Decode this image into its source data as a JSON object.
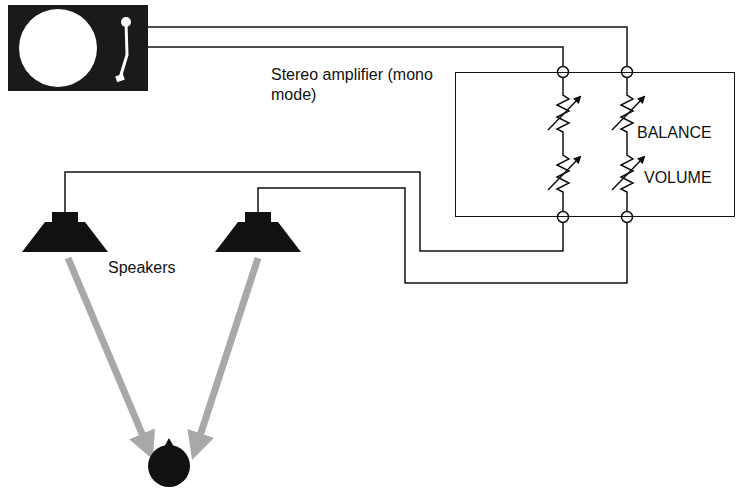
{
  "diagram": {
    "nodes": [
      {
        "text": [
          "Stereo amplifier (mono mode)",
          "BALANCE",
          "VOLUME"
        ]
      }
    ],
    "labels": [
      "Speakers"
    ]
  }
}
